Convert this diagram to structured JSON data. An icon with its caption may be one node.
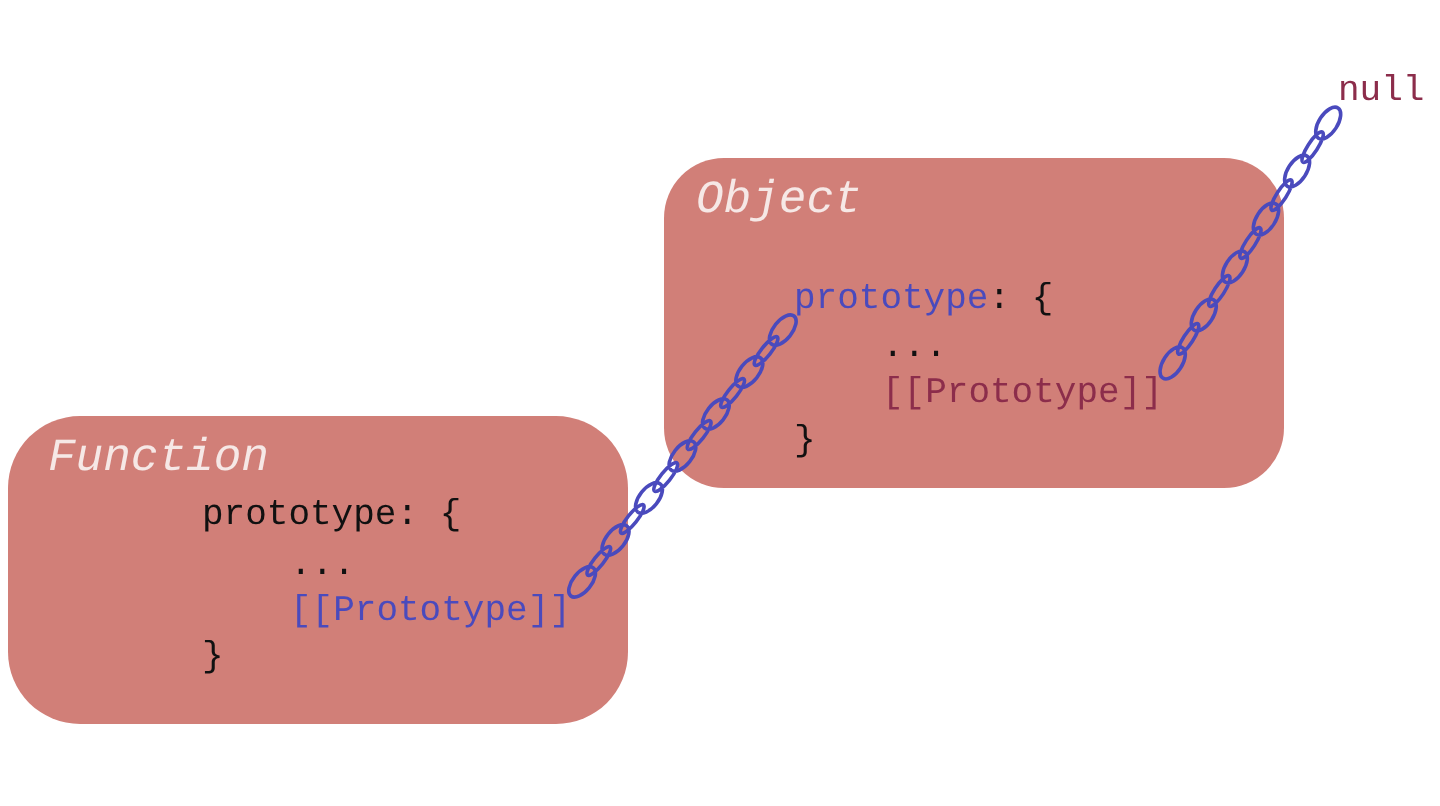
{
  "diagram": {
    "nodes": [
      {
        "text": [
          "Function",
          "prototype: {",
          "...",
          "}"
        ]
      },
      {
        "text": [
          "[[Prototype]]"
        ],
        "in": 0
      },
      {
        "text": [
          "Object",
          "...",
          "}"
        ]
      },
      {
        "text": [
          "prototype",
          ": {"
        ],
        "in": 2
      },
      {
        "text": [
          "[[Prototype]]"
        ],
        "in": 2
      },
      {
        "text": [
          "null"
        ]
      }
    ],
    "edges": [
      {
        "from": 1,
        "to": 3,
        "arrow": "none"
      },
      {
        "from": 4,
        "to": 5,
        "arrow": "none"
      }
    ]
  }
}
